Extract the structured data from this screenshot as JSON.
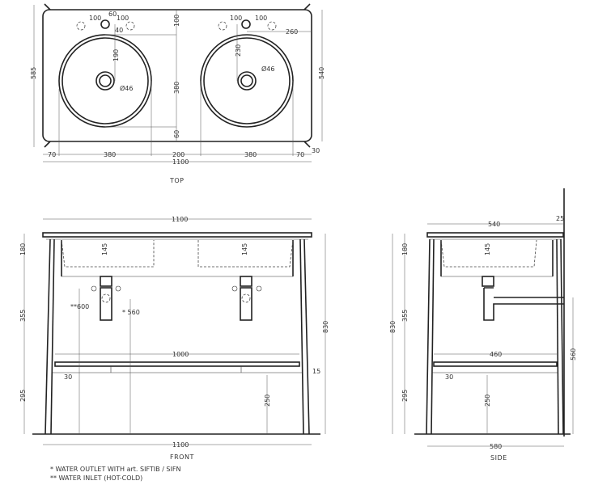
{
  "top": {
    "caption": "TOP",
    "dims": [
      "100",
      "60",
      "100",
      "40",
      "100",
      "100",
      "260",
      "190",
      "Ø46",
      "230",
      "Ø46",
      "100",
      "380",
      "60",
      "585",
      "540",
      "70",
      "380",
      "200",
      "380",
      "70",
      "30",
      "1100"
    ]
  },
  "front": {
    "caption": "FRONT",
    "dims": [
      "1100",
      "180",
      "145",
      "145",
      "**600",
      "* 560",
      "355",
      "830",
      "1000",
      "15",
      "30",
      "295",
      "250",
      "1100"
    ]
  },
  "side": {
    "caption": "SIDE",
    "dims": [
      "540",
      "25",
      "180",
      "145",
      "355",
      "830",
      "460",
      "560",
      "30",
      "295",
      "250",
      "580"
    ]
  },
  "notes": [
    "*  WATER OUTLET WITH art. SIFTIB / SIFN",
    "** WATER INLET (HOT-COLD)"
  ]
}
